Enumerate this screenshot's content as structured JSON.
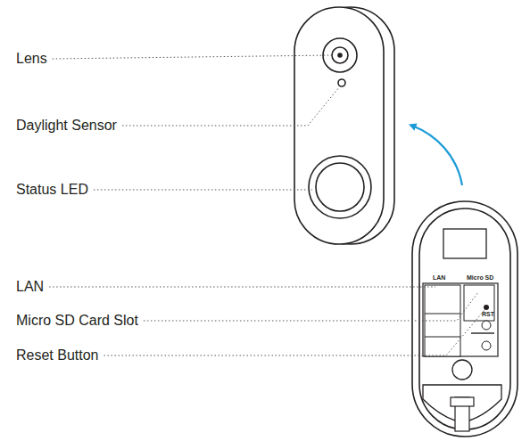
{
  "diagram": {
    "labels": [
      "Lens",
      "Daylight Sensor",
      "Status LED",
      "LAN",
      "Micro SD Card Slot",
      "Reset Button",
      "LAN",
      "Micro SD",
      "RST"
    ]
  }
}
